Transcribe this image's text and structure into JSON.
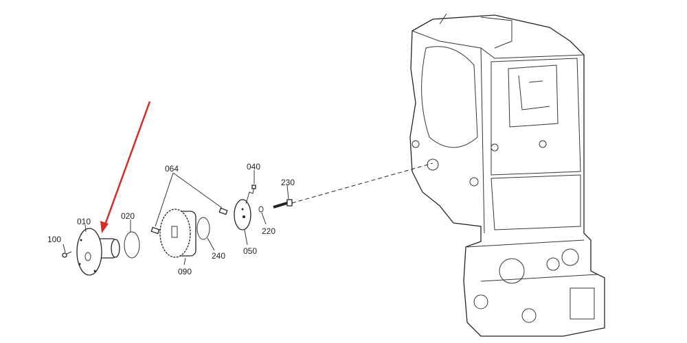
{
  "diagram": {
    "labels": {
      "p064": "064",
      "p040": "040",
      "p230": "230",
      "p010": "010",
      "p020": "020",
      "p100": "100",
      "p220": "220",
      "p240": "240",
      "p050": "050",
      "p090": "090"
    },
    "colors": {
      "arrow": "#d62a22",
      "line": "#222222"
    }
  }
}
